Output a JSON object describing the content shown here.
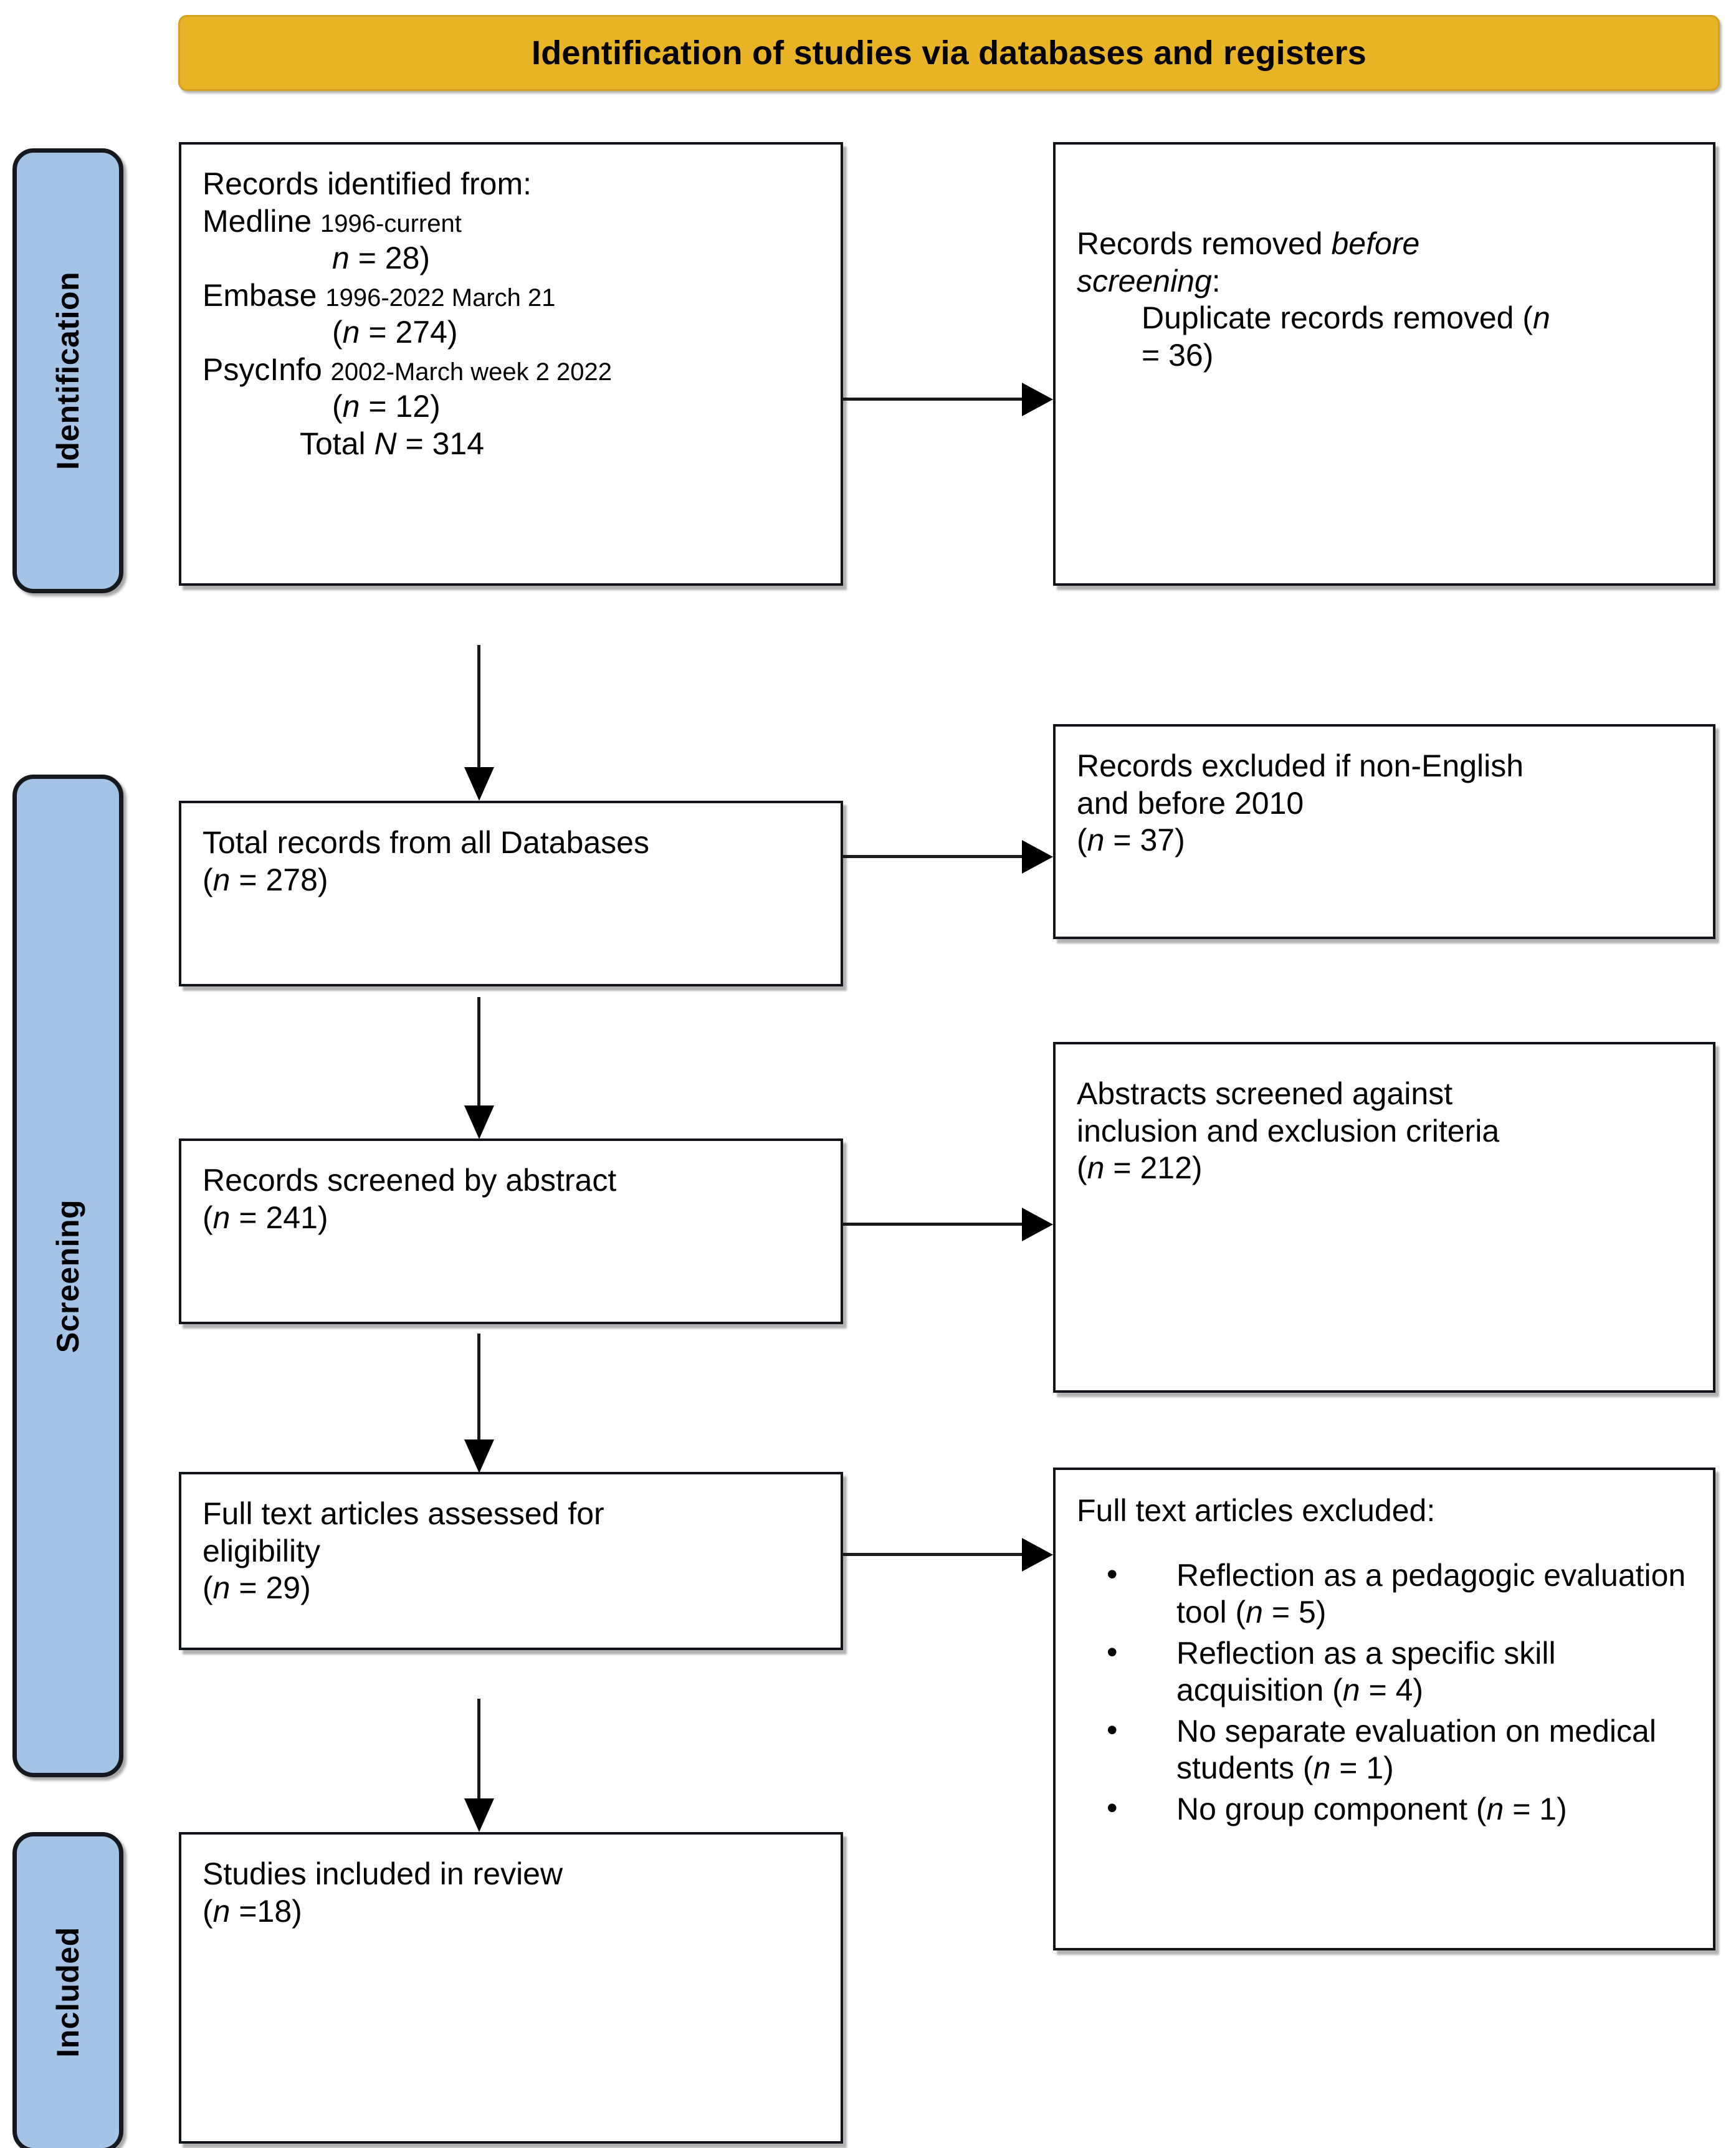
{
  "diagram": {
    "title": "PRISMA flow diagram",
    "banner": {
      "label": "Identification of studies via databases and registers"
    },
    "stages": [
      {
        "key": "identification",
        "label": "Identification"
      },
      {
        "key": "screening",
        "label": "Screening"
      },
      {
        "key": "included",
        "label": "Included"
      }
    ],
    "boxes": {
      "records_identified": {
        "heading": "Records identified from:",
        "source_1_name": "Medline",
        "source_1_range": "1996-current",
        "source_1_count": "(n = 28)",
        "source_2_name": "Embase",
        "source_2_range": "1996-2022 March 21",
        "source_2_count": "(n = 274)",
        "source_3_name": "PsycInfo",
        "source_3_range": "2002-March week 2 2022",
        "source_3_count": "(n = 12)",
        "total": "Total N = 314"
      },
      "records_removed": {
        "line_1_plain": "Records removed ",
        "line_1_italic": "before",
        "line_2_italic": "screening",
        "line_2_plain": ":",
        "detail": "Duplicate records removed (n = 36)"
      },
      "total_records": {
        "line_1": "Total records from all Databases",
        "line_2": "(n = 278)"
      },
      "records_excluded": {
        "line_1": "Records excluded if non-English",
        "line_2": "and before 2010",
        "line_3": "(n = 37)"
      },
      "records_screened": {
        "line_1": "Records screened by abstract",
        "line_2": "(n = 241)"
      },
      "abstracts_screened": {
        "line_1": "Abstracts screened against",
        "line_2": "inclusion and exclusion criteria",
        "line_3": "(n = 212)"
      },
      "full_text_assessed": {
        "line_1": "Full text articles assessed for",
        "line_2": "eligibility",
        "line_3": "(n = 29)"
      },
      "full_text_excluded": {
        "heading": "Full text articles excluded:",
        "bullets": [
          "Reflection as a pedagogic evaluation tool (n = 5)",
          "Reflection as a specific skill acquisition (n = 4)",
          "No separate evaluation on medical students (n = 1)",
          "No group component (n = 1)"
        ]
      },
      "studies_included": {
        "line_1": "Studies included in review",
        "line_2": "(n =18)"
      }
    },
    "colors": {
      "banner_fill": "#e8b325",
      "banner_border": "#d2a122",
      "stage_fill": "#a5c3e5",
      "stage_border": "#15181c",
      "box_border": "#111418",
      "text": "#000000",
      "background": "#ffffff"
    },
    "arrows": [
      {
        "name": "identified-to-removed",
        "direction": "right"
      },
      {
        "name": "identified-to-total",
        "direction": "down"
      },
      {
        "name": "total-to-excluded",
        "direction": "right"
      },
      {
        "name": "total-to-screened",
        "direction": "down"
      },
      {
        "name": "screened-to-abstracts",
        "direction": "right"
      },
      {
        "name": "screened-to-fulltext",
        "direction": "down"
      },
      {
        "name": "fulltext-to-excluded",
        "direction": "right"
      },
      {
        "name": "fulltext-to-included",
        "direction": "down"
      }
    ]
  }
}
